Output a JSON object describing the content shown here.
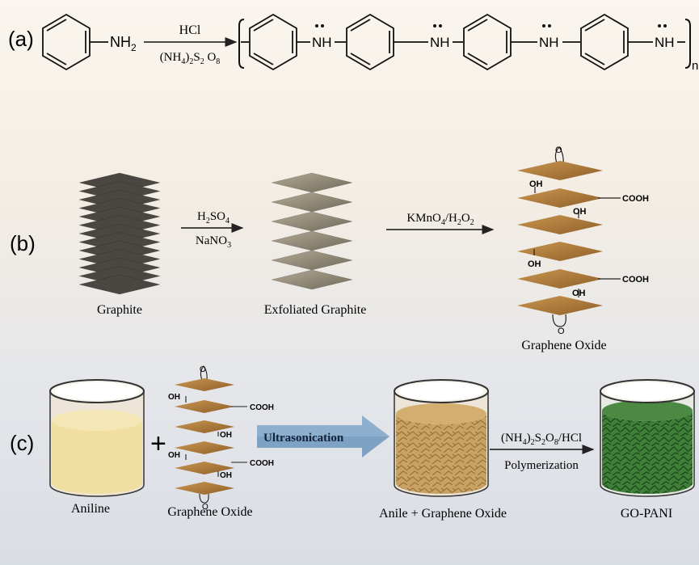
{
  "panel_a": {
    "label": "(a)",
    "reactant_group": "NH",
    "reactant_sub": "2",
    "reagent_top": "HCl",
    "reagent_bottom": {
      "p1": "(NH",
      "s1": "4",
      "p2": ")",
      "s2": "2",
      "p3": "S",
      "s3": "2",
      "p4": " O",
      "s4": "8"
    },
    "nh_label": "NH",
    "repeat_n": "n"
  },
  "panel_b": {
    "label": "(b)",
    "graphite_label": "Graphite",
    "reagent_top": {
      "p1": "H",
      "s1": "2",
      "p2": "SO",
      "s2": "4"
    },
    "reagent_bottom": {
      "p1": "NaNO",
      "s1": "3"
    },
    "exfoliated_label": "Exfoliated Graphite",
    "oxidant": {
      "p1": "KMnO",
      "s1": "4",
      "p2": "/H",
      "s2": "2",
      "p3": "O",
      "s3": "2"
    },
    "go_label": "Graphene Oxide",
    "groups": {
      "oh": "OH",
      "cooh": "COOH",
      "epoxide": "O"
    }
  },
  "panel_c": {
    "label": "(c)",
    "aniline_label": "Aniline",
    "plus": "+",
    "go_label": "Graphene Oxide",
    "ultrasonication": "Ultrasonication",
    "mix_label": "Anile + Graphene Oxide",
    "reagent_top": {
      "p1": "(NH",
      "s1": "4",
      "p2": ")",
      "s2": "2",
      "p3": "S",
      "s3": "2",
      "p4": "O",
      "s4": "8",
      "p5": "/HCl"
    },
    "reagent_bottom": "Polymerization",
    "product_label": "GO-PANI",
    "groups": {
      "oh": "OH",
      "cooh": "COOH",
      "epoxide": "O"
    }
  },
  "colors": {
    "graphite": "#4a4742",
    "go_sheet": "#b07a35",
    "aniline": "#f1dfa2",
    "gopani": "#2f6d2e",
    "ultra_arrow": "#7ea2c4"
  }
}
